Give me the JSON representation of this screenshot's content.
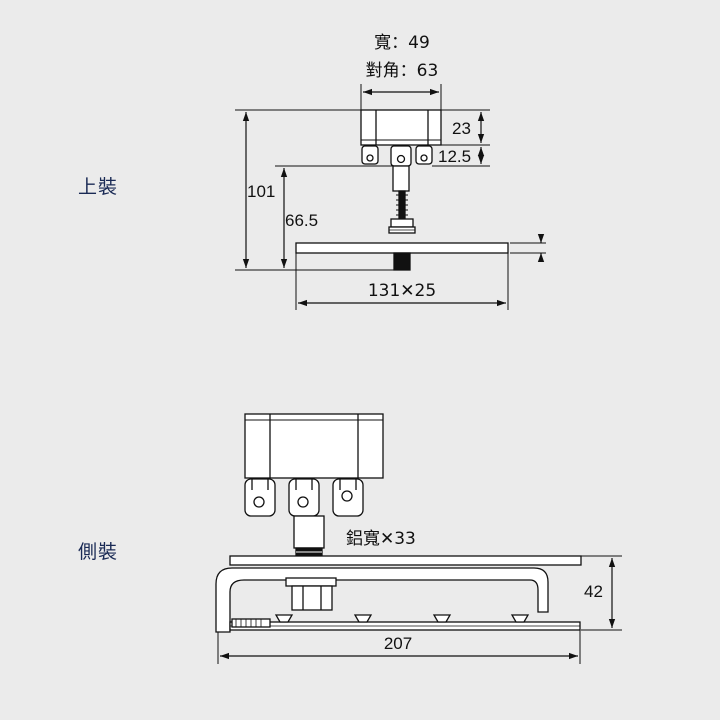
{
  "sections": {
    "top_mount": "上裝",
    "side_mount": "側裝"
  },
  "top_view": {
    "width_label": "寬：49",
    "diagonal_label": "對角：63",
    "dim_height_body": "23",
    "dim_height_wheel": "12.5",
    "dim_total_height": "101",
    "dim_stem_height": "66.5",
    "dim_plate": "131✕25"
  },
  "side_view": {
    "aluminum_width": "鋁寬✕33",
    "dim_height": "42",
    "dim_length": "207"
  }
}
